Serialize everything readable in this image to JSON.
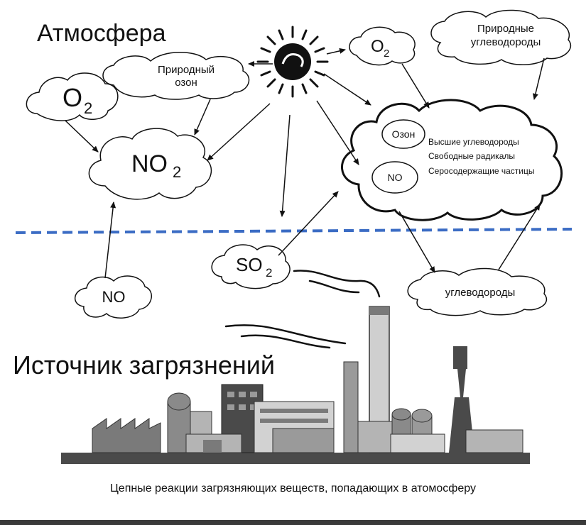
{
  "labels": {
    "atmosphere": "Атмосфера",
    "pollution_source": "Источник загрязнений",
    "natural_ozone_line1": "Природный",
    "natural_ozone_line2": "озон",
    "natural_hc_line1": "Природные",
    "natural_hc_line2": "углеводороды",
    "o2_base": "O",
    "o2_sub": "2",
    "no2_base": "NO",
    "no2_sub": "2",
    "so2_base": "SO",
    "so2_sub": "2",
    "no": "NO",
    "hydrocarbons": "углеводороды",
    "big_cloud_ozone": "Озон",
    "big_cloud_no": "NO",
    "big_cloud_item1": "Высшие углеводороды",
    "big_cloud_item2": "Свободные радикалы",
    "big_cloud_item3": "Серосодержащие частицы"
  },
  "caption": "Цепные реакции загрязняющих веществ, попадающих в атомосферу",
  "colors": {
    "boundary_line": "#3b6cc4",
    "factory_dark": "#4a4a4a",
    "factory_mid": "#7a7a7a",
    "factory_light": "#b4b4b4"
  },
  "icons": [
    "sun-icon",
    "factory-icon"
  ]
}
